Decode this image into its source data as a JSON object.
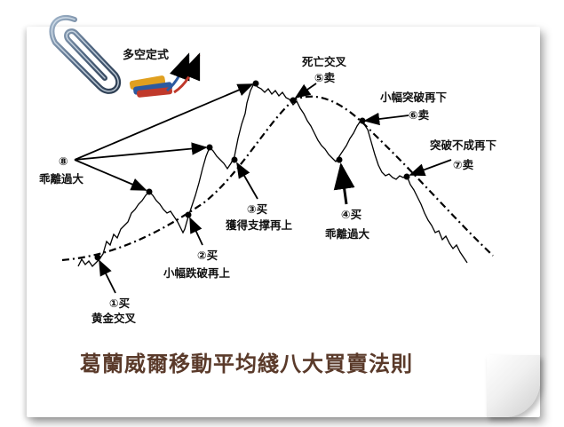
{
  "logo": {
    "text": "多空定式"
  },
  "title": "葛蘭威爾移動平均綫八大買賣法則",
  "labels": {
    "buy1_num": "①买",
    "buy1_text": "黄金交叉",
    "buy2_num": "②买",
    "buy2_text": "小幅跌破再上",
    "buy3_num": "③买",
    "buy3_text": "獲得支撑再上",
    "buy4_num": "④买",
    "buy4_text": "乖離過大",
    "sell5_text": "死亡交叉",
    "sell5_num": "⑤卖",
    "sell6_text": "小幅突破再下",
    "sell6_num": "⑥卖",
    "sell7_text": "突破不成再下",
    "sell7_num": "⑦卖",
    "sell8_num": "⑧",
    "sell8_text": "乖離過大"
  },
  "colors": {
    "line": "#000000",
    "title": "#5a3a2a",
    "clip": "#5a6f8a",
    "logo_red": "#c0392b",
    "logo_blue": "#2c5aa0",
    "logo_gold": "#e0a020"
  }
}
